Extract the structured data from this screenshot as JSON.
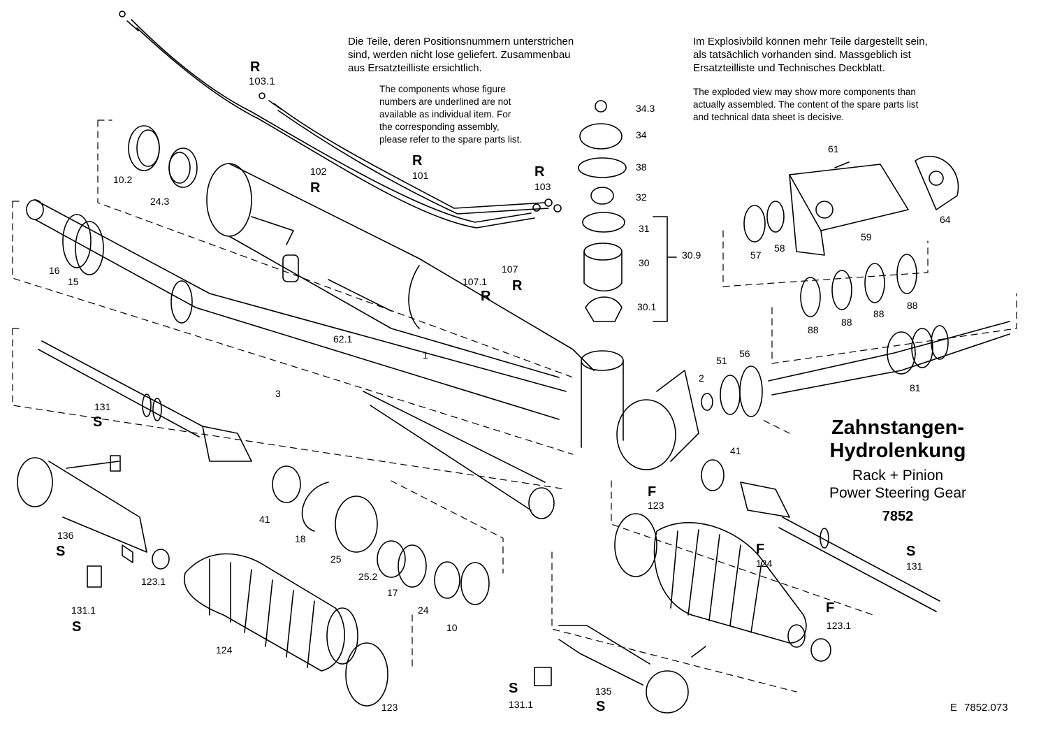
{
  "notes": {
    "de_left": [
      "Die  Teile, deren Positionsnummern unterstrichen",
      "sind, werden nicht lose geliefert. Zusammenbau",
      "aus Ersatzteilliste ersichtlich."
    ],
    "en_left": [
      "The components whose figure",
      "numbers are underlined are not",
      "available as individual item. For",
      "the corresponding assembly,",
      "please refer to the spare parts list."
    ],
    "de_right": [
      "Im Explosivbild können mehr Teile dargestellt sein,",
      "als tatsächlich vorhanden sind. Massgeblich ist",
      "Ersatzteilliste und Technisches Deckblatt."
    ],
    "en_right": [
      "The exploded view may show more components than",
      "actually assembled. The content of the spare parts list",
      "and technical data sheet is decisive."
    ]
  },
  "title": {
    "de_line1": "Zahnstangen-",
    "de_line2": "Hydrolenkung",
    "en_line1": "Rack + Pinion",
    "en_line2": "Power Steering Gear",
    "model": "7852"
  },
  "doc_ref": {
    "prefix": "E",
    "number": "7852.073"
  },
  "labels": [
    {
      "t": "103.1"
    },
    {
      "t": "R"
    },
    {
      "t": "10.2"
    },
    {
      "t": "24.3"
    },
    {
      "t": "102"
    },
    {
      "t": "R"
    },
    {
      "t": "101"
    },
    {
      "t": "R"
    },
    {
      "t": "103"
    },
    {
      "t": "R"
    },
    {
      "t": "107"
    },
    {
      "t": "R"
    },
    {
      "t": "107.1"
    },
    {
      "t": "R"
    },
    {
      "t": "16"
    },
    {
      "t": "15"
    },
    {
      "t": "62.1"
    },
    {
      "t": "1"
    },
    {
      "t": "3"
    },
    {
      "t": "131"
    },
    {
      "t": "S"
    },
    {
      "t": "136"
    },
    {
      "t": "S"
    },
    {
      "t": "131.1"
    },
    {
      "t": "S"
    },
    {
      "t": "123.1"
    },
    {
      "t": "41"
    },
    {
      "t": "18"
    },
    {
      "t": "25"
    },
    {
      "t": "25.2"
    },
    {
      "t": "17"
    },
    {
      "t": "24"
    },
    {
      "t": "10"
    },
    {
      "t": "124"
    },
    {
      "t": "123"
    },
    {
      "t": "34.3"
    },
    {
      "t": "34"
    },
    {
      "t": "38"
    },
    {
      "t": "32"
    },
    {
      "t": "31"
    },
    {
      "t": "30"
    },
    {
      "t": "30.1"
    },
    {
      "t": "30.9"
    },
    {
      "t": "61"
    },
    {
      "t": "59"
    },
    {
      "t": "64"
    },
    {
      "t": "57"
    },
    {
      "t": "58"
    },
    {
      "t": "88"
    },
    {
      "t": "88"
    },
    {
      "t": "88"
    },
    {
      "t": "88"
    },
    {
      "t": "81"
    },
    {
      "t": "2"
    },
    {
      "t": "51"
    },
    {
      "t": "56"
    },
    {
      "t": "41"
    },
    {
      "t": "F"
    },
    {
      "t": "123"
    },
    {
      "t": "F"
    },
    {
      "t": "124"
    },
    {
      "t": "S"
    },
    {
      "t": "131"
    },
    {
      "t": "F"
    },
    {
      "t": "123.1"
    },
    {
      "t": "S"
    },
    {
      "t": "131.1"
    },
    {
      "t": "135"
    },
    {
      "t": "S"
    }
  ]
}
